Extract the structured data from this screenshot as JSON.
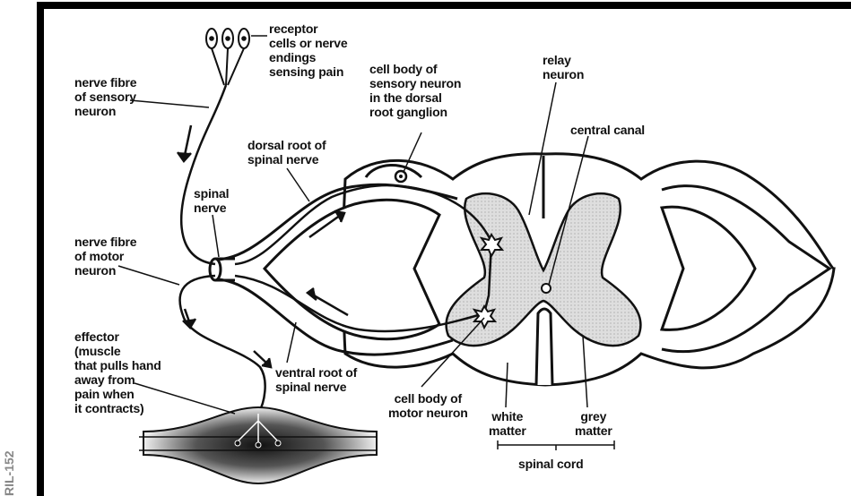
{
  "side_code": "RIL-152",
  "labels": {
    "receptor": "receptor\ncells or nerve\nendings\nsensing pain",
    "sensory_fibre": "nerve fibre\nof sensory\nneuron",
    "cell_body_sensory": "cell body of\nsensory neuron\nin the dorsal\nroot ganglion",
    "relay_neuron": "relay\nneuron",
    "central_canal": "central canal",
    "dorsal_root": "dorsal root of\nspinal nerve",
    "spinal_nerve": "spinal\nnerve",
    "motor_fibre": "nerve fibre\nof motor\nneuron",
    "effector": "effector\n(muscle\nthat pulls hand\naway from\npain when\nit contracts)",
    "ventral_root": "ventral root of\nspinal nerve",
    "cell_body_motor": "cell body of\nmotor neuron",
    "white_matter": "white\nmatter",
    "grey_matter": "grey\nmatter",
    "spinal_cord": "spinal cord"
  },
  "colors": {
    "ink": "#111111",
    "grey_matter_fill": "#d9d9d9",
    "frame": "#000000"
  }
}
